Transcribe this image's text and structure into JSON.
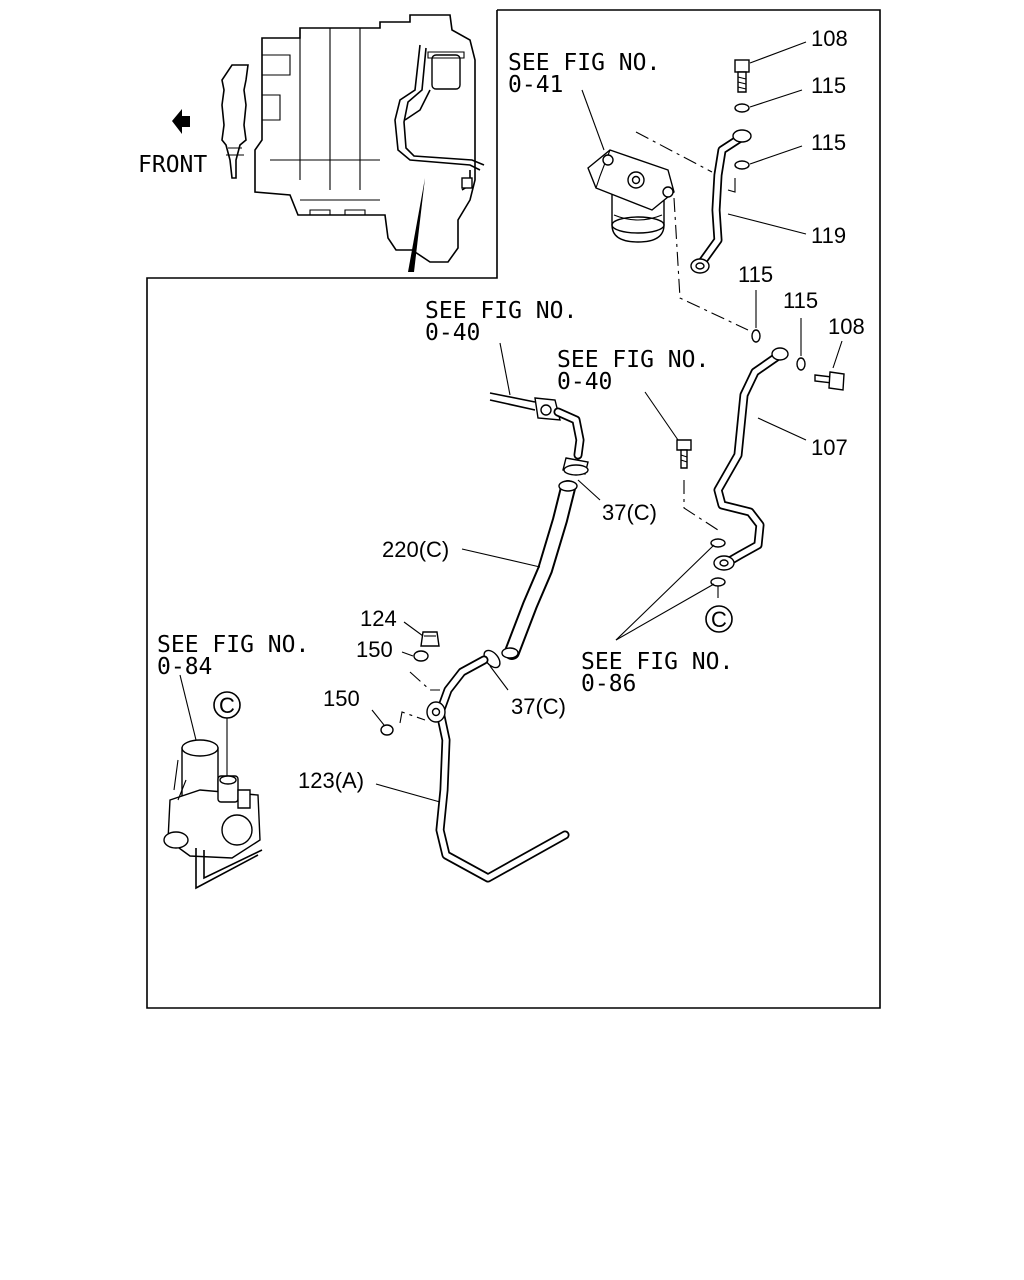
{
  "front_label": "FRONT",
  "refs": {
    "r041": {
      "line1": "SEE FIG NO.",
      "line2": "0-41"
    },
    "r040a": {
      "line1": "SEE FIG NO.",
      "line2": "0-40"
    },
    "r040b": {
      "line1": "SEE FIG NO.",
      "line2": "0-40"
    },
    "r084": {
      "line1": "SEE FIG NO.",
      "line2": "0-84"
    },
    "r086": {
      "line1": "SEE FIG NO.",
      "line2": "0-86"
    }
  },
  "callouts": {
    "c108a": "108",
    "c115a": "115",
    "c115b": "115",
    "c119": "119",
    "c115c": "115",
    "c115d": "115",
    "c108b": "108",
    "c107": "107",
    "c37a": "37(C)",
    "c220": "220(C)",
    "c124": "124",
    "c150a": "150",
    "c150b": "150",
    "c37b": "37(C)",
    "c123": "123(A)"
  },
  "circle_marks": {
    "m1": "C",
    "m2": "C"
  }
}
